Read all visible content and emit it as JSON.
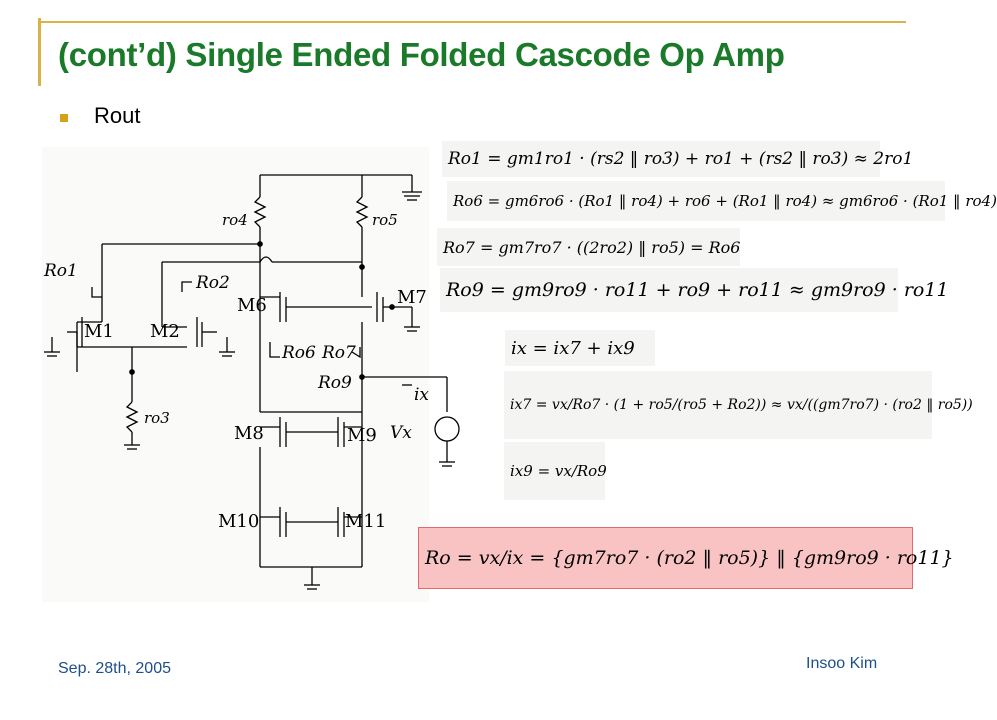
{
  "slide": {
    "title": "(cont’d) Single Ended Folded Cascode Op Amp",
    "bullet": "Rout",
    "footer_left": "Sep. 28th, 2005",
    "footer_right": "Insoo Kim"
  },
  "circuit": {
    "labels": {
      "ro4": "ro4",
      "ro5": "ro5",
      "ro3": "ro3",
      "m1": "M1",
      "m2": "M2",
      "m6": "M6",
      "m7": "M7",
      "m8": "M8",
      "m9": "M9",
      "m10": "M10",
      "m11": "M11",
      "Ro1": "Ro1",
      "Ro2": "Ro2",
      "Ro6": "Ro6",
      "Ro7": "Ro7",
      "Ro9": "Ro9",
      "ix": "ix",
      "vx": "Vx"
    }
  },
  "equations": {
    "eq1": "Ro1 = gm1ro1 · (rs2 ‖ ro3) + ro1 + (rs2 ‖ ro3) ≈ 2ro1",
    "eq2": "Ro6 = gm6ro6 · (Ro1 ‖ ro4) + ro6 + (Ro1 ‖ ro4) ≈ gm6ro6 · (Ro1 ‖ ro4)",
    "eq3": "Ro7 = gm7ro7 · ((2ro2) ‖ ro5) = Ro6",
    "eq4": "Ro9 = gm9ro9 · ro11 + ro9 + ro11 ≈ gm9ro9 · ro11",
    "eq5": "ix = ix7 + ix9",
    "eq6": "ix7 = vx/Ro7 · (1 + ro5/(ro5 + Ro2)) ≈ vx/((gm7ro7) · (ro2 ‖ ro5))",
    "eq7": "ix9 = vx/Ro9",
    "final": "Ro = vx/ix = {gm7ro7 · (ro2 ‖ ro5)} ‖ {gm9ro9 · ro11}"
  },
  "colors": {
    "title": "#1a7a2a",
    "accent": "#d9b347",
    "footer": "#1d4f8a",
    "highlight": "#f9c3c3"
  }
}
